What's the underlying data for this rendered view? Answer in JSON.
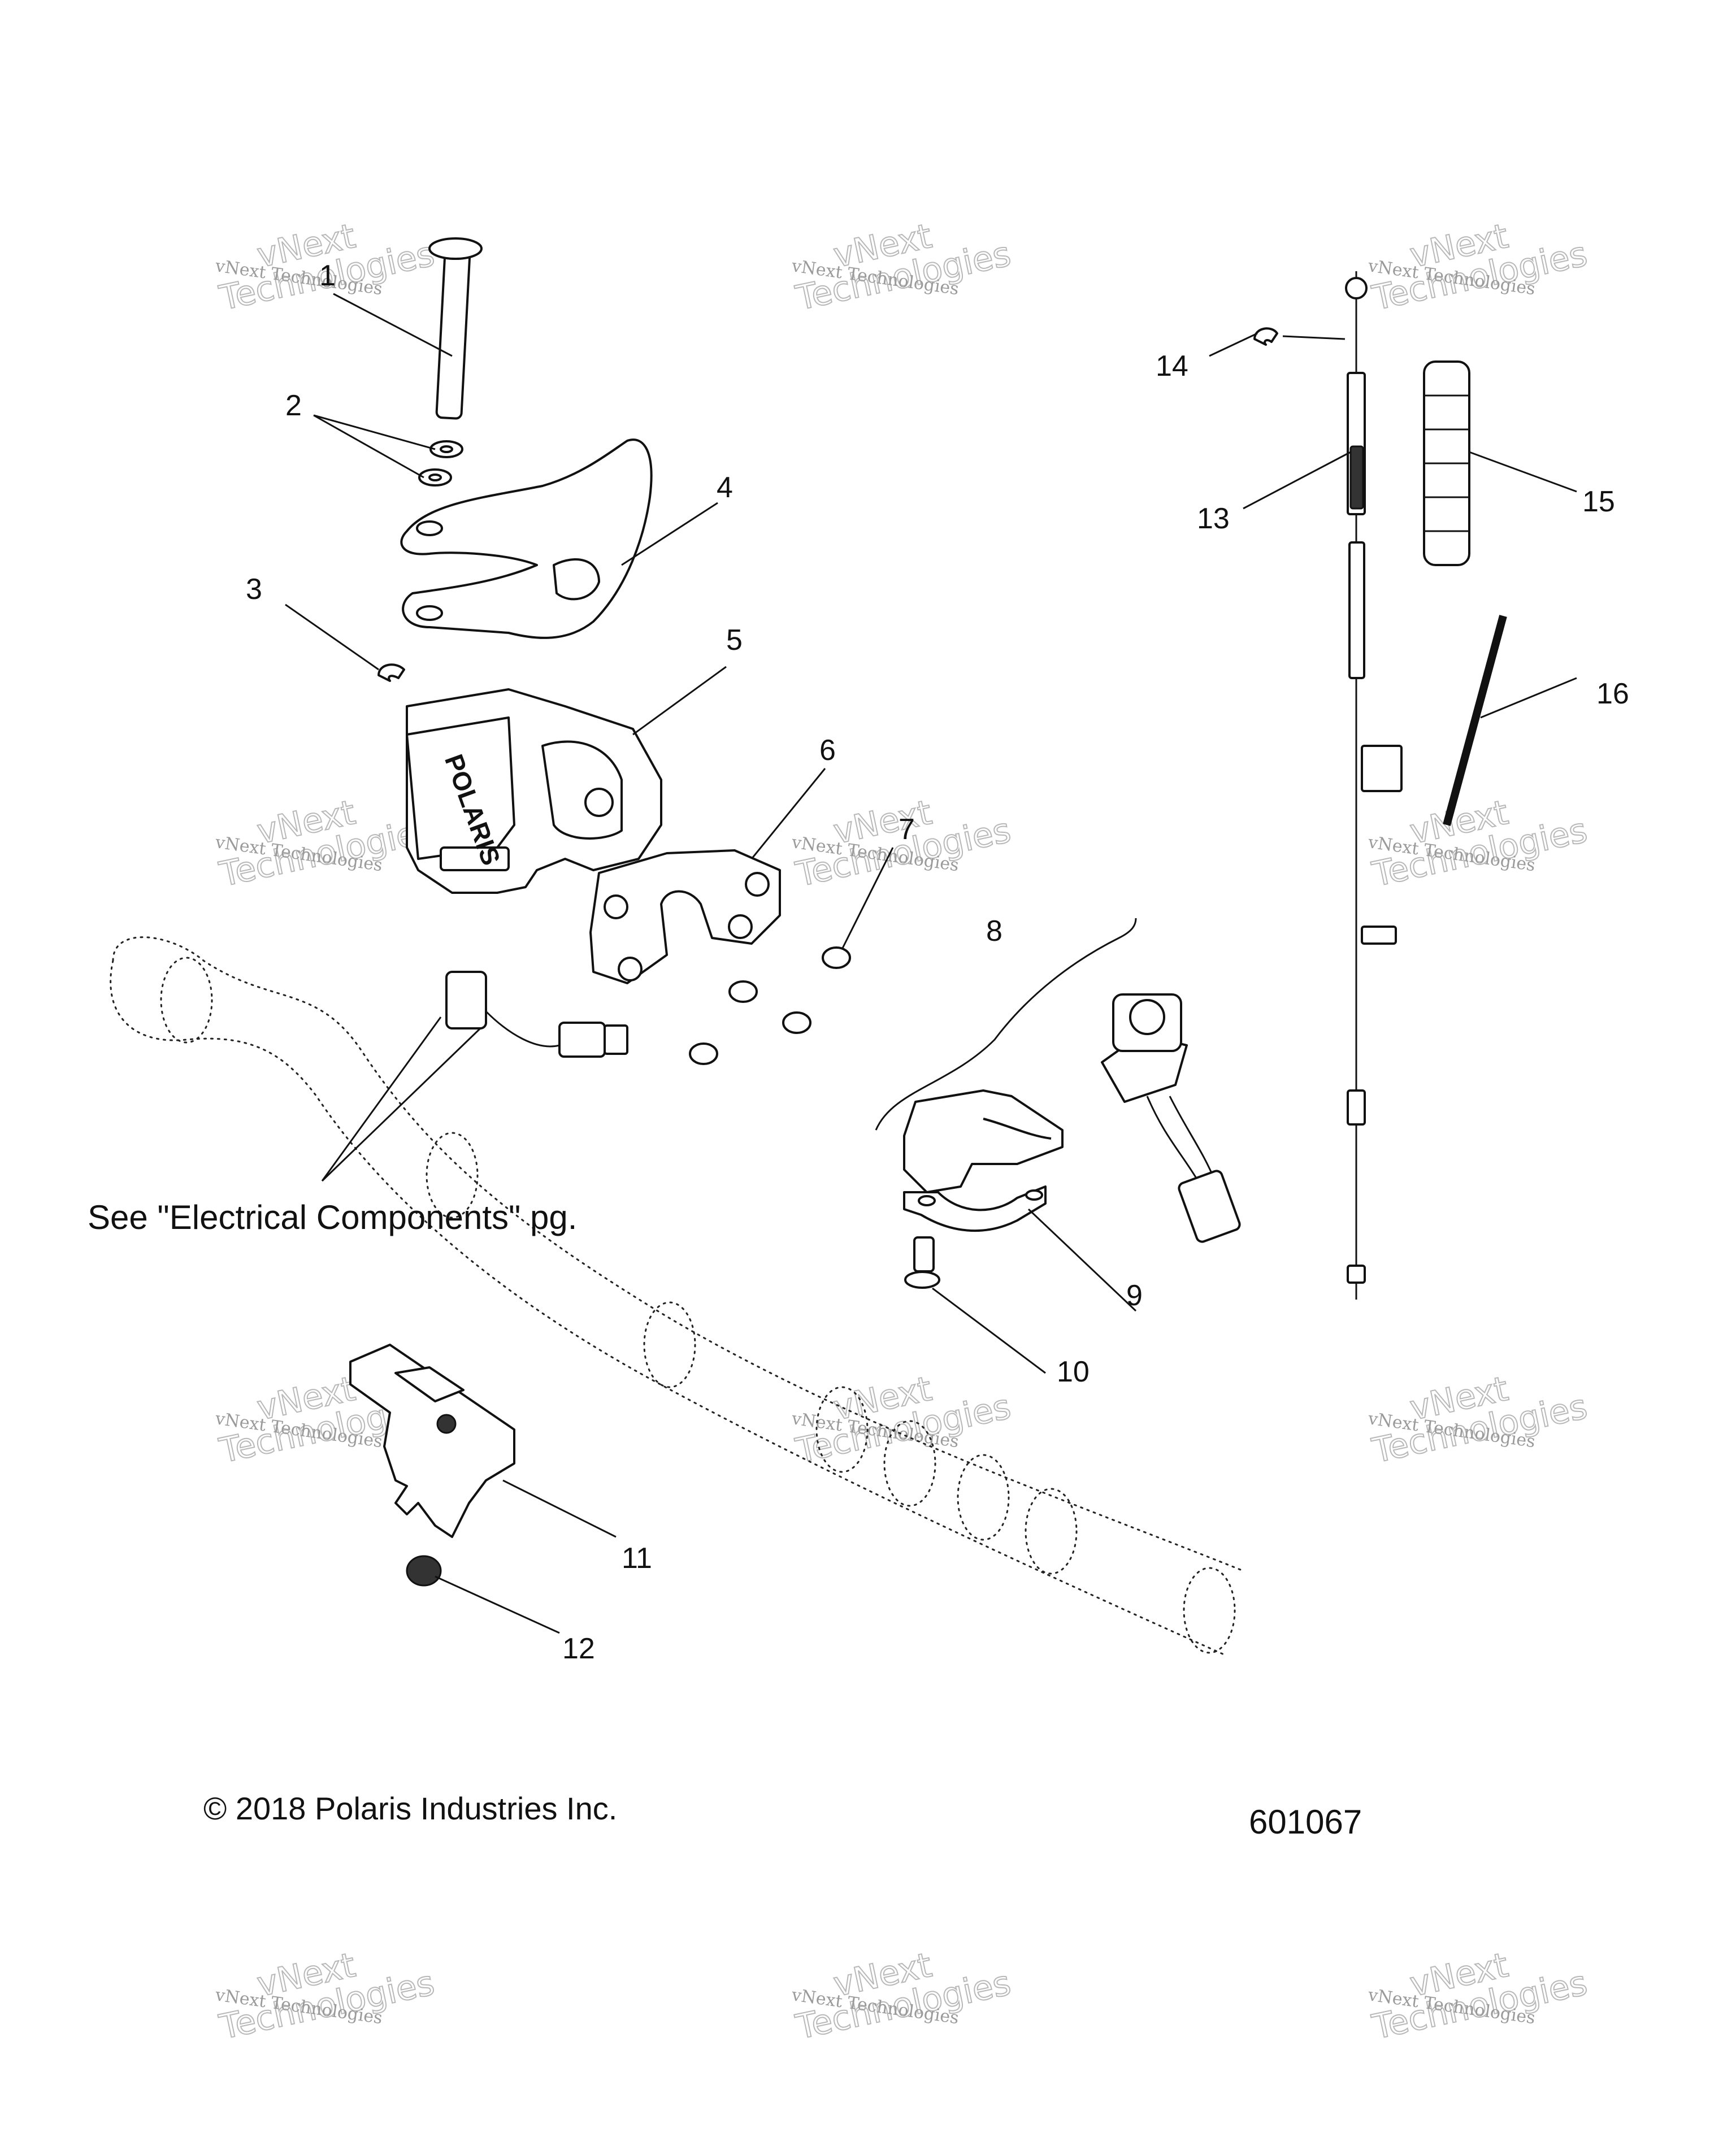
{
  "callouts": [
    {
      "id": "1",
      "label": "1"
    },
    {
      "id": "2",
      "label": "2"
    },
    {
      "id": "3",
      "label": "3"
    },
    {
      "id": "4",
      "label": "4"
    },
    {
      "id": "5",
      "label": "5"
    },
    {
      "id": "6",
      "label": "6"
    },
    {
      "id": "7",
      "label": "7"
    },
    {
      "id": "8",
      "label": "8"
    },
    {
      "id": "9",
      "label": "9"
    },
    {
      "id": "10",
      "label": "10"
    },
    {
      "id": "11",
      "label": "11"
    },
    {
      "id": "12",
      "label": "12"
    },
    {
      "id": "13",
      "label": "13"
    },
    {
      "id": "14",
      "label": "14"
    },
    {
      "id": "15",
      "label": "15"
    },
    {
      "id": "16",
      "label": "16"
    }
  ],
  "note": "See \"Electrical Components\" pg.",
  "copyright": "© 2018 Polaris Industries Inc.",
  "figure_number": "601067",
  "logo_text": "POLARIS",
  "watermark": {
    "line1": "vNext Technologies",
    "line2": "vNext",
    "line3": "Technologies"
  }
}
